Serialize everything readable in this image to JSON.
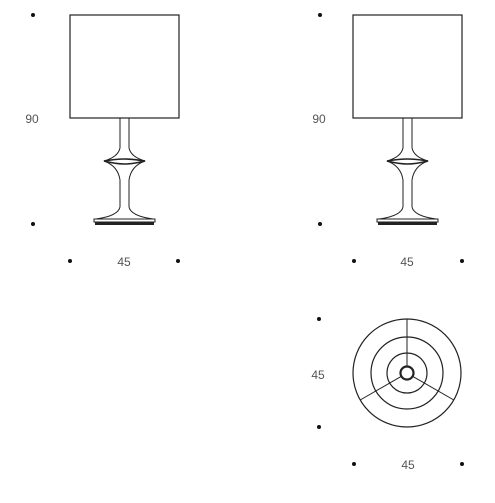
{
  "colors": {
    "line": "#222222",
    "text": "#555555",
    "dot": "#111111",
    "background": "#ffffff"
  },
  "views": {
    "front_left": {
      "height_label": "90",
      "width_label": "45"
    },
    "front_right": {
      "height_label": "90",
      "width_label": "45"
    },
    "top_view": {
      "depth_label": "45",
      "width_label": "45"
    }
  }
}
